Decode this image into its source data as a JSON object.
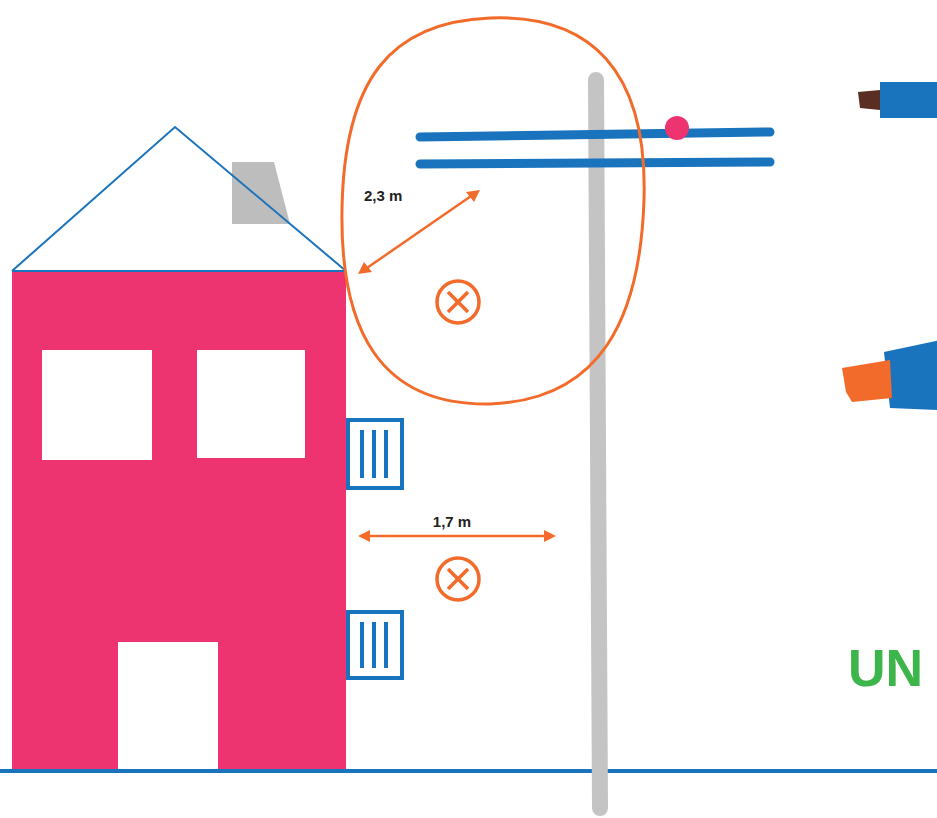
{
  "diagram": {
    "labels": [
      "2,3 m",
      "1,7 m",
      "UN"
    ]
  }
}
